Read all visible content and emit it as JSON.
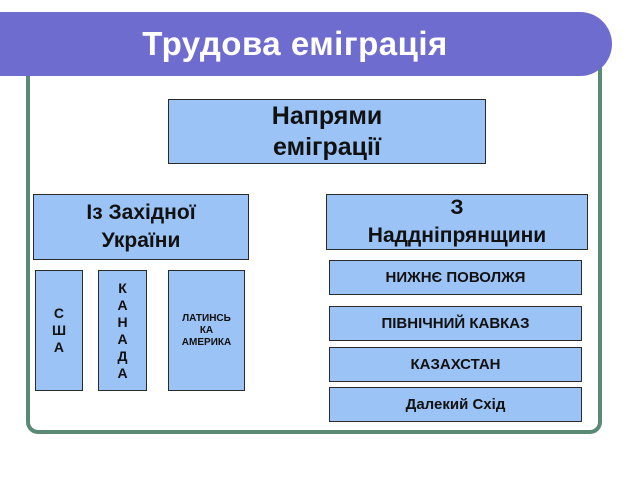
{
  "title": "Трудова еміграція",
  "main_box": "Напрями\nеміграції",
  "west": {
    "label": "Із Західної\nУкраїни",
    "destinations": [
      "С\nШ\nА",
      "К\nА\nН\nА\nД\nА",
      "ЛАТИНСЬ\nКА\nАМЕРИКА"
    ]
  },
  "east": {
    "label": "З\nНаддніпрянщини",
    "destinations": [
      "НИЖНЄ ПОВОЛЖЯ",
      "ПІВНІЧНИЙ КАВКАЗ",
      "КАЗАХСТАН",
      "Далекий Схід"
    ]
  },
  "colors": {
    "banner": "#6f6cd0",
    "box_fill": "#9cc3f5",
    "frame_border": "#5a8a76"
  }
}
